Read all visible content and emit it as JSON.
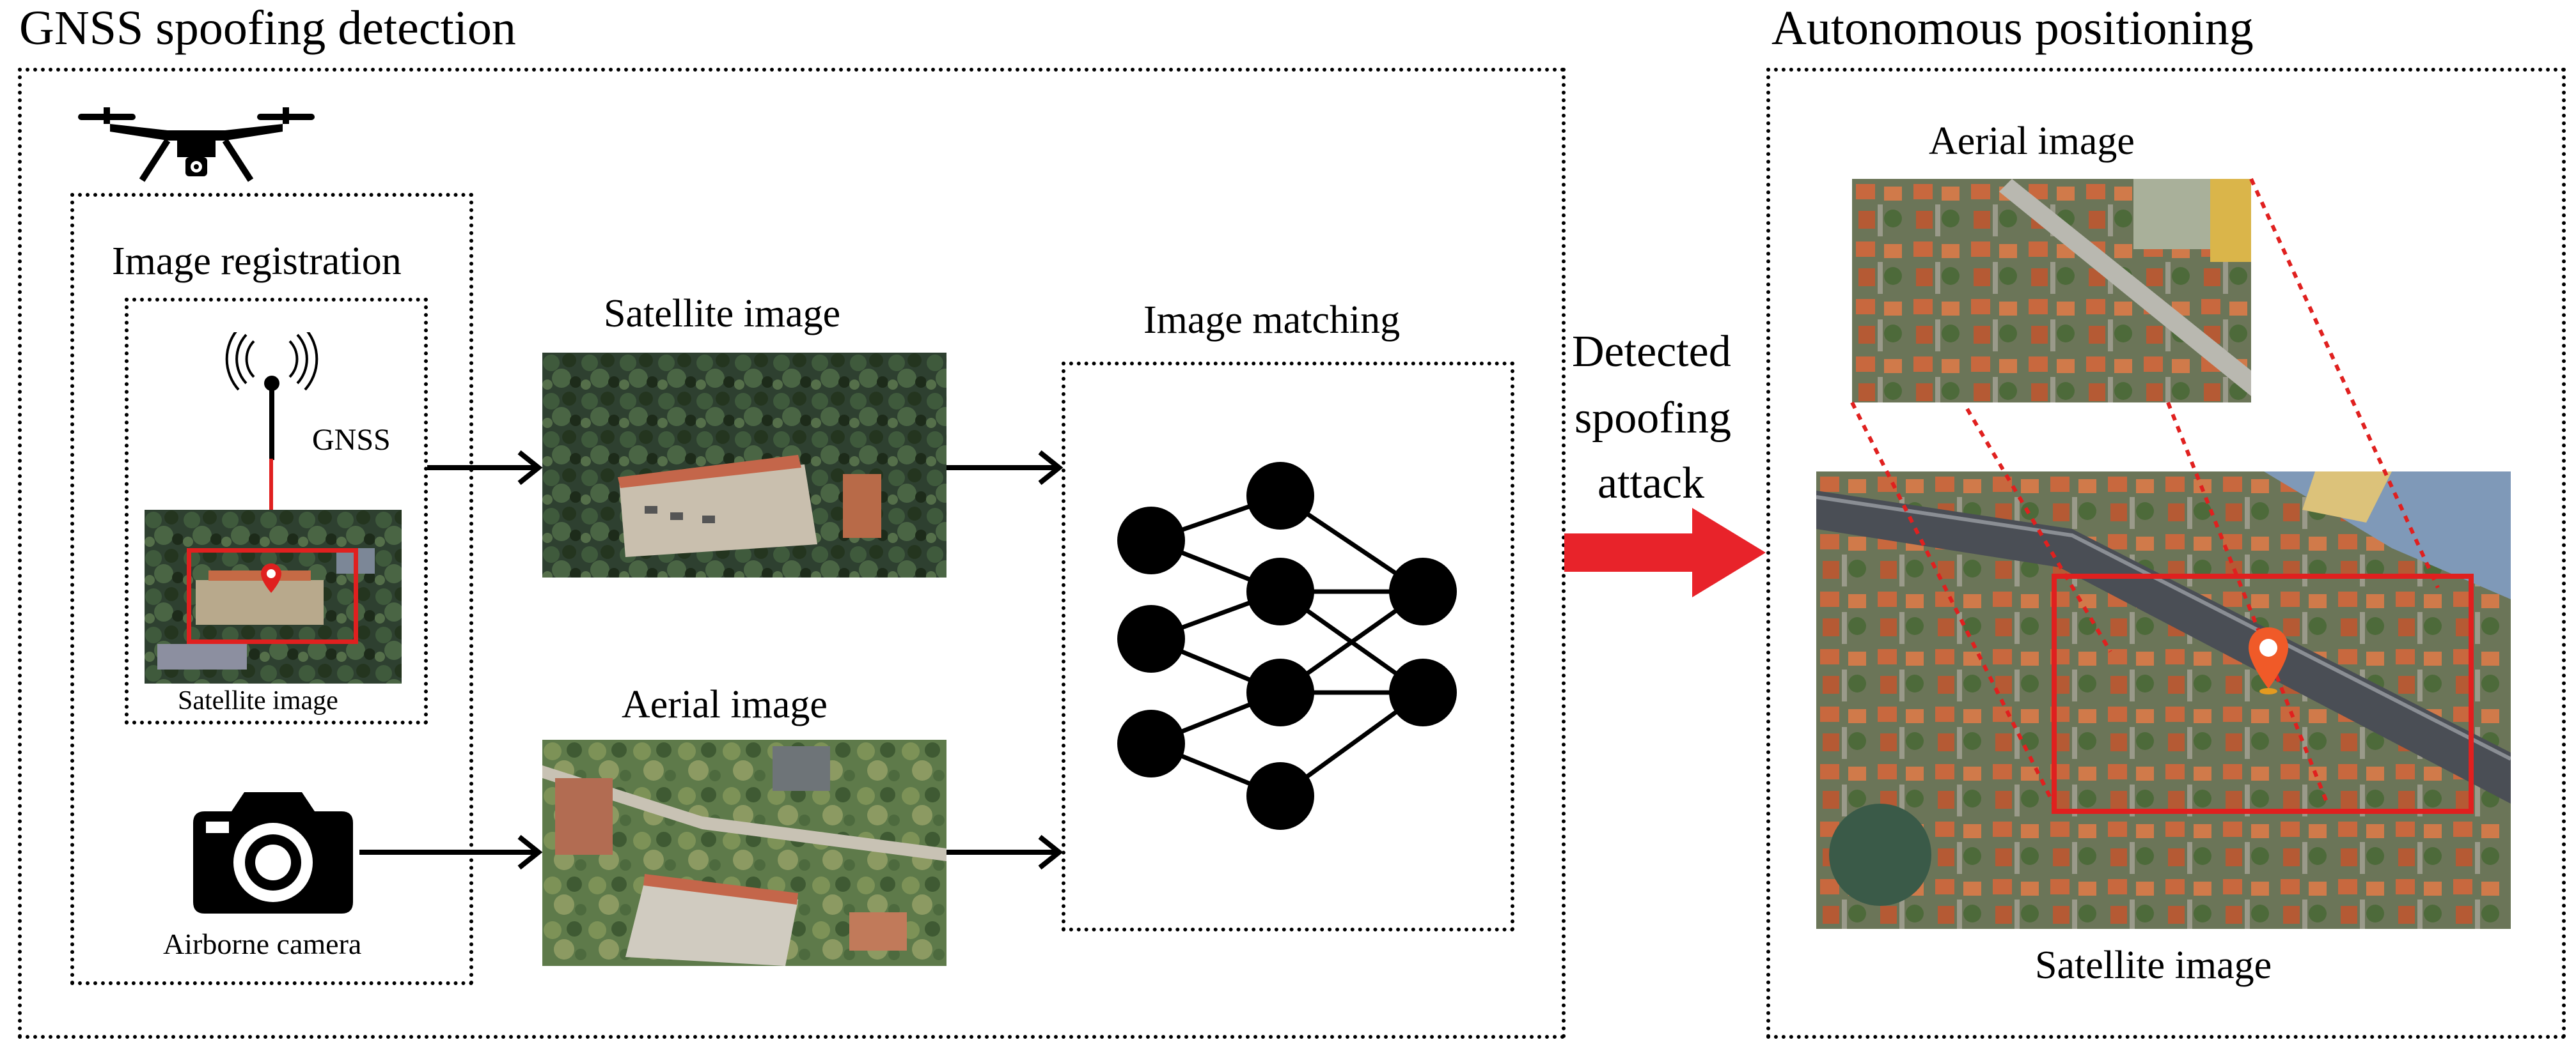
{
  "left_panel": {
    "title": "GNSS spoofing detection",
    "registration": {
      "title": "Image registration",
      "gnss_label": "GNSS",
      "satellite_label": "Satellite image"
    },
    "camera_label": "Airborne camera",
    "satellite_title": "Satellite image",
    "aerial_title": "Aerial image",
    "matching_title": "Image matching"
  },
  "transition": {
    "line1": "Detected",
    "line2": "spoofing",
    "line3": "attack",
    "arrow_color": "#e8232a"
  },
  "right_panel": {
    "title": "Autonomous positioning",
    "aerial_title": "Aerial image",
    "satellite_caption": "Satellite image"
  },
  "colors": {
    "highlight": "#e0201f",
    "pin": "#f05a28"
  }
}
